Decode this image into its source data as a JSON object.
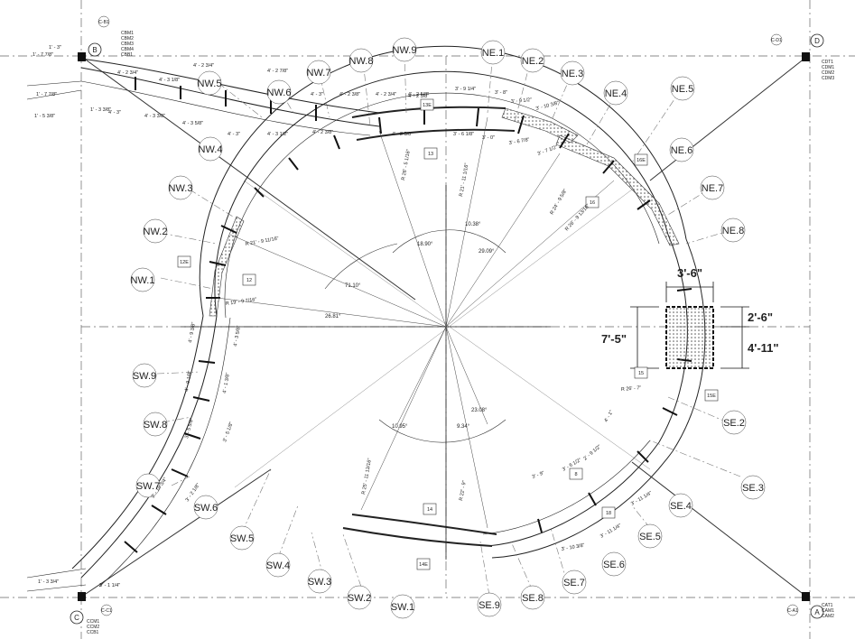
{
  "grid": {
    "bubbles": [
      {
        "id": "grid-bubble-b",
        "label": "B"
      },
      {
        "id": "grid-bubble-d",
        "label": "D"
      },
      {
        "id": "grid-bubble-c",
        "label": "C"
      },
      {
        "id": "grid-bubble-a",
        "label": "A"
      }
    ],
    "column_tags": [
      {
        "id": "column-tag-c-b1",
        "label": "C-B1"
      },
      {
        "id": "column-tag-c-d1",
        "label": "C-D1"
      },
      {
        "id": "column-tag-c-c1",
        "label": "C-C1"
      },
      {
        "id": "column-tag-c-a1",
        "label": "C-A1"
      }
    ],
    "notes": [
      {
        "id": "note-b",
        "lines": [
          "CBM1",
          "CBM2",
          "CBM3",
          "CBM4",
          "CBB1"
        ]
      },
      {
        "id": "note-d",
        "lines": [
          "CDT1",
          "CDM1",
          "CDM2",
          "CDM3"
        ]
      },
      {
        "id": "note-c",
        "lines": [
          "CCM1",
          "CCM2",
          "CCB1"
        ]
      },
      {
        "id": "note-a",
        "lines": [
          "CAT1",
          "CAM1",
          "CAM2"
        ]
      }
    ]
  },
  "stations": {
    "nw": [
      "NW.1",
      "NW.2",
      "NW.3",
      "NW.4",
      "NW.5",
      "NW.6",
      "NW.7",
      "NW.8",
      "NW.9"
    ],
    "ne": [
      "NE.1",
      "NE.2",
      "NE.3",
      "NE.4",
      "NE.5",
      "NE.6",
      "NE.7",
      "NE.8"
    ],
    "sw": [
      "SW.9",
      "SW.8",
      "SW.7",
      "SW.6",
      "SW.5",
      "SW.4",
      "SW.3",
      "SW.2",
      "SW.1"
    ],
    "se": [
      "SE.2",
      "SE.3",
      "SE.4",
      "SE.5",
      "SE.6",
      "SE.7",
      "SE.8",
      "SE.9"
    ]
  },
  "section_tags": [
    "13E",
    "13",
    "12E",
    "12",
    "16E",
    "16",
    "15",
    "15E",
    "8",
    "18",
    "14",
    "14E"
  ],
  "arch_dims": [
    "18.90°",
    "29.09°",
    "10.38°",
    "71.10°",
    "26.81°",
    "23.08°",
    "10.95°",
    "9.34°"
  ],
  "radius_dims": [
    "R 21' - 11 1/16\"",
    "R 26' - 5 1/16\"",
    "R 24' - 9 5/8\"",
    "R 26' - 9 13/16\"",
    "R 21' - 9 11/16\"",
    "R 19' - 9 7/16\"",
    "R 25' - 11 13/16\"",
    "R 22' - 9\"",
    "R 26' - 7\""
  ],
  "segment_dims": [
    "4' - 2 3/4\"",
    "4' - 3 1/8\"",
    "4' - 2 3/4\"",
    "4' - 2 7/8\"",
    "4' - 2 5/8\"",
    "4' - 3\"",
    "4' - 2 3/8\"",
    "4' - 2 3/4\"",
    "4' - 2 5/8\"",
    "3' - 9 1/4\"",
    "3' - 8\"",
    "3' - 9 1/2\"",
    "3' - 10 3/8\"",
    "1' - 3\"",
    "1' - 7 7/8\"",
    "1' - 7 7/8\"",
    "1' - 5 3/8\"",
    "1' - 3 3/8\"",
    "4' - 3\"",
    "4' - 3 3/8\"",
    "4' - 3 5/8\"",
    "4' - 3\"",
    "4' - 3 1/2\"",
    "4' - 2 3/8\"",
    "4' - 2 5/8\"",
    "3' - 6 1/8\"",
    "3' - 0\"",
    "3' - 6 7/8\"",
    "3' - 7 1/2\"",
    "4' - 9 3/8\"",
    "4' - 3 5/8\"",
    "4' - 9 1/8\"",
    "4' - 1 3/8\"",
    "3' - 5 5/8\"",
    "3' - 5 1/8\"",
    "2' - 10 3/4\"",
    "3' - 2 1/8\"",
    "1' - 3 3/4\"",
    "3' - 1 1/4\"",
    "3' - 9\"",
    "3' - 6 1/2\"",
    "2' - 9 1/2\"",
    "4' - 1\"",
    "3' - 11 1/4\"",
    "3' - 10 3/8\"",
    "3' - 11 1/4\""
  ],
  "detail": {
    "width": "3'-6\"",
    "height": "7'-5\"",
    "upper": "2'-6\"",
    "lower": "4'-11\""
  }
}
